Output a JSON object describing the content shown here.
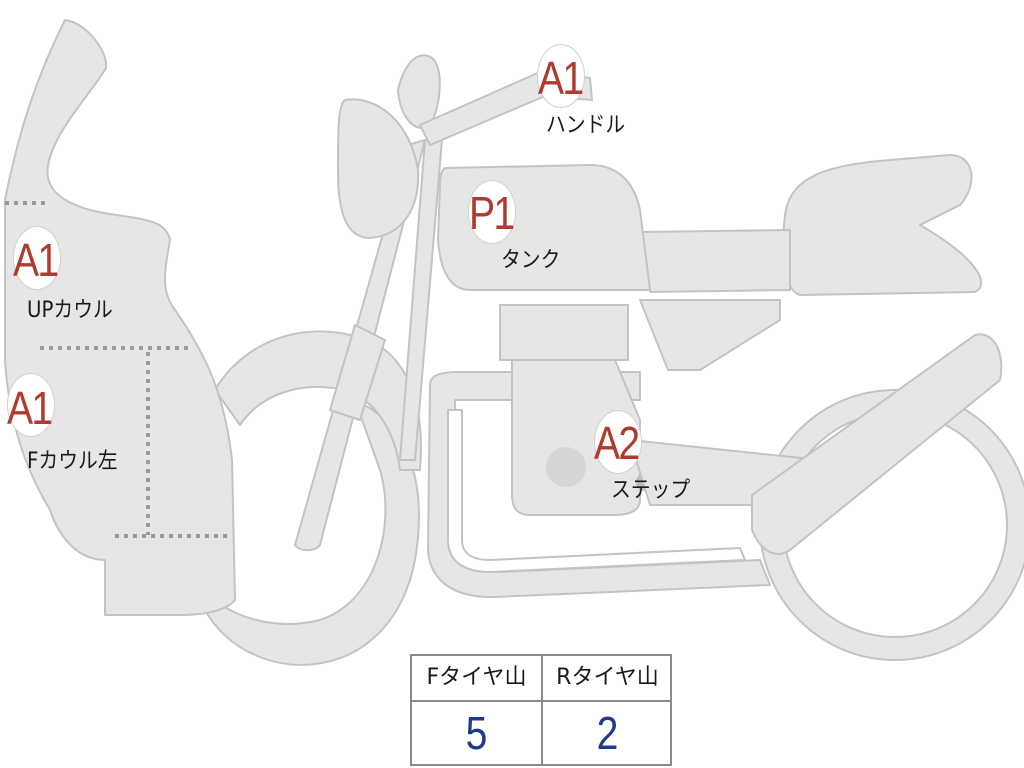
{
  "parts": [
    {
      "id": "handle",
      "grade": "A1",
      "label": "ハンドル"
    },
    {
      "id": "tank",
      "grade": "P1",
      "label": "タンク"
    },
    {
      "id": "up-cowl",
      "grade": "A1",
      "label": "UPカウル"
    },
    {
      "id": "f-cowl-left",
      "grade": "A1",
      "label": "Fカウル左"
    },
    {
      "id": "step",
      "grade": "A2",
      "label": "ステップ"
    }
  ],
  "tires": {
    "front_label": "Fタイヤ山",
    "rear_label": "Rタイヤ山",
    "front_value": "5",
    "rear_value": "2"
  },
  "colors": {
    "bike_fill": "#e6e6e4",
    "bike_stroke": "#c3c3c3",
    "grade_text": "#b03a30",
    "tire_value_text": "#1f3a8a"
  }
}
